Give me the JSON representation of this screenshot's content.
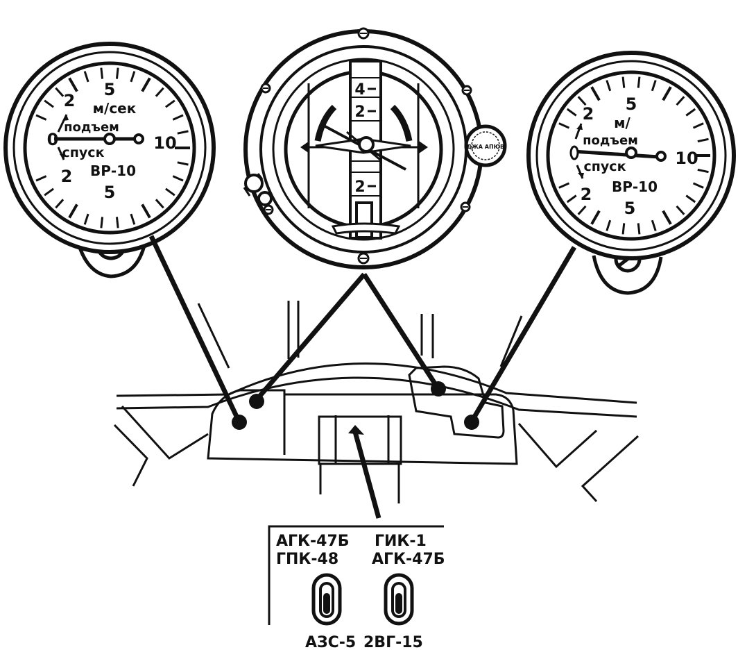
{
  "left_gauge": {
    "top": "5",
    "left_upper": "2",
    "zero": "0",
    "left_lower": "2",
    "bottom": "5",
    "right": "10",
    "units": "м/сек",
    "climb": "подъем",
    "descent": "спуск",
    "model": "ВР-10"
  },
  "right_gauge": {
    "top": "5",
    "left_upper": "2",
    "left_lower": "2",
    "bottom": "5",
    "right": "10",
    "units": "м/",
    "climb": "подъем",
    "descent": "спуск",
    "model": "ВР-10"
  },
  "center_gauge": {
    "tape_upper": [
      "4",
      "2"
    ],
    "tape_lower": "2",
    "knob_text": "ДЖА АПЮВ"
  },
  "switch_panel": {
    "left_top": "АГК-47Б",
    "left_bottom": "ГПК-48",
    "right_top": "ГИК-1",
    "right_bottom": "АГК-47Б",
    "left_switch_label": "АЗС-5",
    "right_switch_label": "2ВГ-15"
  }
}
